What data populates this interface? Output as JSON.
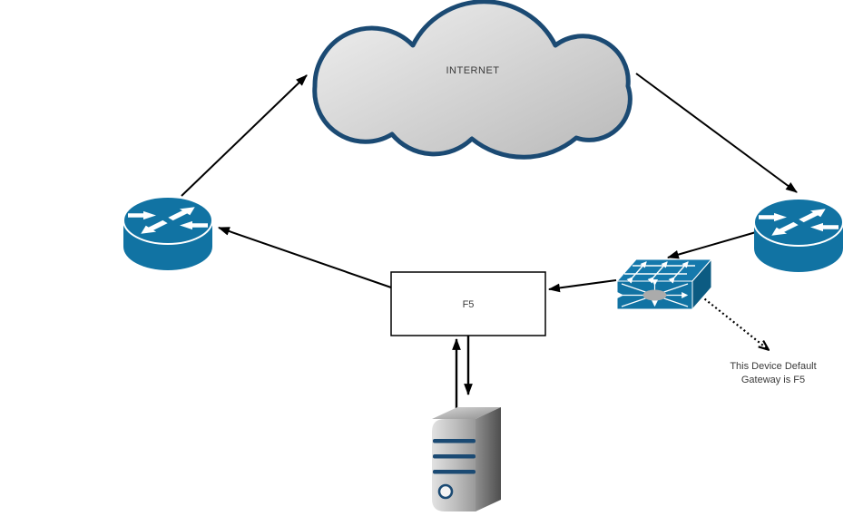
{
  "diagram": {
    "background": "#ffffff",
    "labels": {
      "internet": "INTERNET",
      "f5": "F5",
      "gateway_note_line1": "This Device Default",
      "gateway_note_line2": "Gateway is F5"
    },
    "colors": {
      "device_blue": "#1173A3",
      "device_blue_light": "#1579AC",
      "device_blue_dark": "#0C5B82",
      "cloud_border": "#1B4A73",
      "cloud_fill_light": "#F0F0F0",
      "cloud_fill_dark": "#B9B9B9",
      "server_stripe": "#1B4A73",
      "connector": "#000000",
      "text": "#3a3a3a"
    },
    "nodes": [
      {
        "id": "internet-cloud",
        "icon": "cloud-icon",
        "label": "INTERNET"
      },
      {
        "id": "router-left",
        "icon": "router-icon",
        "label": ""
      },
      {
        "id": "router-right",
        "icon": "router-icon",
        "label": ""
      },
      {
        "id": "lan-switch",
        "icon": "switch-icon",
        "label": ""
      },
      {
        "id": "f5-box",
        "icon": "rectangle-node",
        "label": "F5"
      },
      {
        "id": "server",
        "icon": "server-icon",
        "label": ""
      }
    ],
    "connections": [
      {
        "from": "router-left",
        "to": "internet-cloud",
        "style": "solid",
        "arrow": "to"
      },
      {
        "from": "internet-cloud",
        "to": "router-right",
        "style": "solid",
        "arrow": "to"
      },
      {
        "from": "router-right",
        "to": "lan-switch",
        "style": "solid",
        "arrow": "to"
      },
      {
        "from": "lan-switch",
        "to": "f5-box",
        "style": "solid",
        "arrow": "to"
      },
      {
        "from": "f5-box",
        "to": "router-left",
        "style": "solid",
        "arrow": "to"
      },
      {
        "from": "server",
        "to": "f5-box",
        "style": "solid",
        "arrow": "to"
      },
      {
        "from": "f5-box",
        "to": "server",
        "style": "solid",
        "arrow": "to"
      },
      {
        "from": "lan-switch",
        "to": "gateway-note",
        "style": "dotted",
        "arrow": "to"
      }
    ],
    "annotations": [
      {
        "id": "gateway-note",
        "text": "This Device Default Gateway is F5"
      }
    ]
  }
}
